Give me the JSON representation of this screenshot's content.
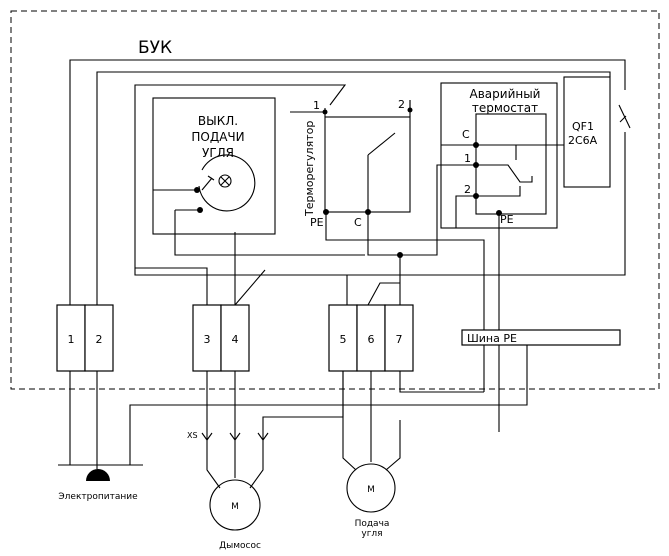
{
  "unit_title": "БУК",
  "coal_switch": [
    "ВЫКЛ.",
    "ПОДАЧИ",
    "УГЛЯ"
  ],
  "thermo_regulator": {
    "title": "Терморегулятор",
    "pin1": "1",
    "pin2": "2",
    "pin_pe": "PE",
    "pin_c": "C"
  },
  "emergency_thermostat": {
    "title_1": "Аварийный",
    "title_2": "термостат",
    "pin_c": "C",
    "pin1": "1",
    "pin2": "2",
    "pin_pe": "PE"
  },
  "breaker": {
    "name": "QF1",
    "rating": "2C6A"
  },
  "terminals": [
    "1",
    "2",
    "3",
    "4",
    "5",
    "6",
    "7"
  ],
  "bus_label": "Шина PE",
  "connector_label": "XS",
  "power_label": "Электропитание",
  "motor_symbol": "M",
  "smoke_fan_label": "Дымосос",
  "coal_feed_label": [
    "Подача",
    "угля"
  ]
}
